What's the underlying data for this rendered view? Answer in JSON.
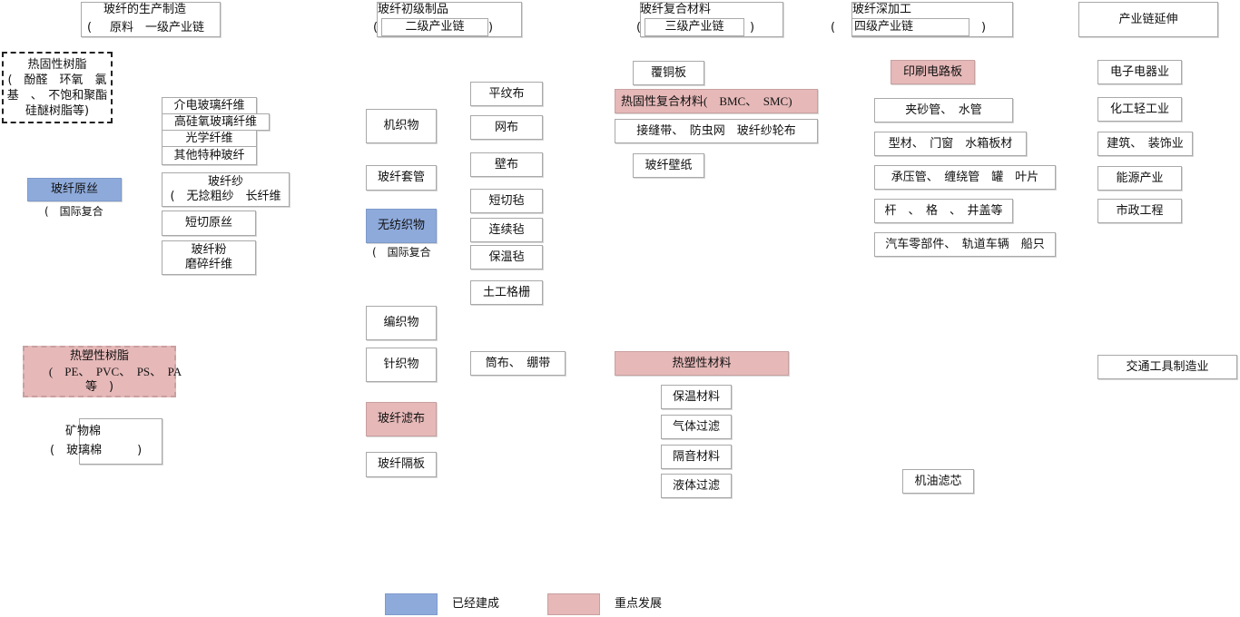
{
  "headers": {
    "col1": {
      "title": "玻纤的生产制造",
      "paren_open": "(",
      "sub": "原料　一级产业链"
    },
    "col2": {
      "title": "玻纤初级制品",
      "paren_open": "(",
      "sub": "二级产业链",
      "paren_close": ")"
    },
    "col3": {
      "title": "玻纤复合材料",
      "paren_open": "(",
      "sub": "三级产业链",
      "paren_close": ")"
    },
    "col4": {
      "title": "玻纤深加工",
      "paren_open": "(",
      "sub": "四级产业链",
      "paren_close": ")"
    },
    "col5": {
      "title": "产业链延伸"
    }
  },
  "raw_materials": {
    "thermoset": {
      "line1": "热固性树脂",
      "line2": "(　酚醛　环氧　氯",
      "line3": "基　、　不饱和聚酯",
      "line4": "硅醚树脂等)"
    },
    "glass_strand": {
      "label": "玻纤原丝",
      "note": "(　国际复合"
    },
    "thermoplastic": {
      "line1": "热塑性树脂",
      "line2": "(　PE、　PVC、　PS、　PA",
      "line3": "等　)"
    },
    "mineral_wool": {
      "line1": "矿物棉",
      "line2": "(　玻璃棉　　　)"
    }
  },
  "fiber_types": [
    "介电玻璃纤维",
    "高硅氧玻璃纤维",
    "光学纤维",
    "其他特种玻纤"
  ],
  "yarn": {
    "line1": "玻纤纱",
    "line2": "(　无捻粗纱　长纤维"
  },
  "short_cut_strand": "短切原丝",
  "powder": {
    "line1": "玻纤粉",
    "line2": "磨碎纤维"
  },
  "primary_products": {
    "woven": "机织物",
    "sleeve": "玻纤套管",
    "nonwoven": "无纺织物",
    "nonwoven_note": "(　国际复合",
    "braided": "编织物",
    "knitted": "针织物",
    "filter_cloth": "玻纤滤布",
    "separator": "玻纤隔板"
  },
  "fabrics": {
    "plain": "平纹布",
    "mesh": "网布",
    "wallcloth": "壁布",
    "chopped_mat": "短切毡",
    "continuous_mat": "连续毡",
    "insulation_mat": "保温毡",
    "geogrid": "土工格栅",
    "tube_tape": "筒布、　绷带"
  },
  "composites": {
    "ccl": "覆铜板",
    "thermoset_composite": "热固性复合材料(　BMC、　SMC)",
    "tape_row": "接缝带、　防虫网　玻纤纱轮布",
    "wallpaper": "玻纤壁纸",
    "thermoplastic_material": "热塑性材料",
    "insulation": "保温材料",
    "gas_filter": "气体过滤",
    "sound_insulation": "隔音材料",
    "liquid_filter": "液体过滤"
  },
  "deep_processing": {
    "pcb": "印刷电路板",
    "pipes": "夹砂管、　水管",
    "profiles": "型材、　门窗　水箱板材",
    "pressure": "承压管、　缠绕管　罐　叶片",
    "rods": "杆　、　格　、　井盖等",
    "auto": "汽车零部件、　轨道车辆　船只",
    "oil_filter": "机油滤芯"
  },
  "industries": {
    "electronics": "电子电器业",
    "chemical": "化工轻工业",
    "construction": "建筑、　装饰业",
    "energy": "能源产业",
    "municipal": "市政工程",
    "transport": "交通工具制造业"
  },
  "legend": {
    "built": "已经建成",
    "focus": "重点发展"
  },
  "colors": {
    "built": "#8eaadb",
    "focus": "#e6b8b8"
  }
}
